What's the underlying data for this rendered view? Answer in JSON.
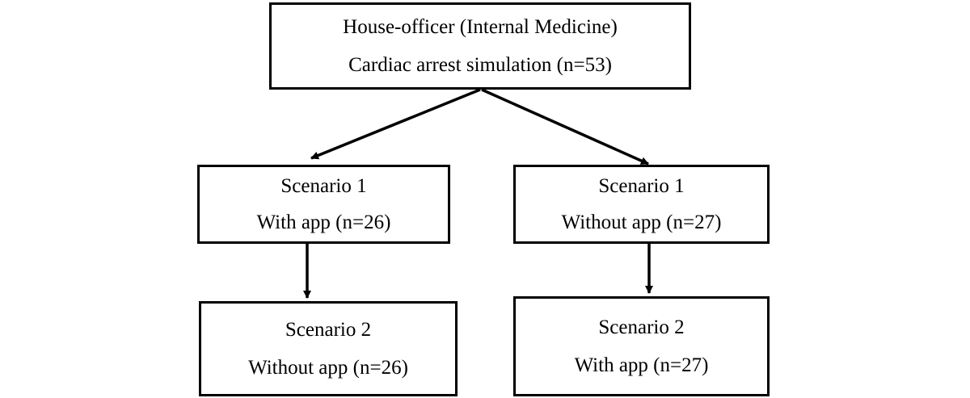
{
  "top": {
    "line1": "House-officer (Internal Medicine)",
    "line2": "Cardiac arrest simulation (n=53)"
  },
  "left_branch": {
    "first": {
      "line1": "Scenario 1",
      "line2": "With app (n=26)"
    },
    "second": {
      "line1": "Scenario 2",
      "line2": "Without app (n=26)"
    }
  },
  "right_branch": {
    "first": {
      "line1": "Scenario 1",
      "line2": "Without app (n=27)"
    },
    "second": {
      "line1": "Scenario 2",
      "line2": "With app (n=27)"
    }
  }
}
